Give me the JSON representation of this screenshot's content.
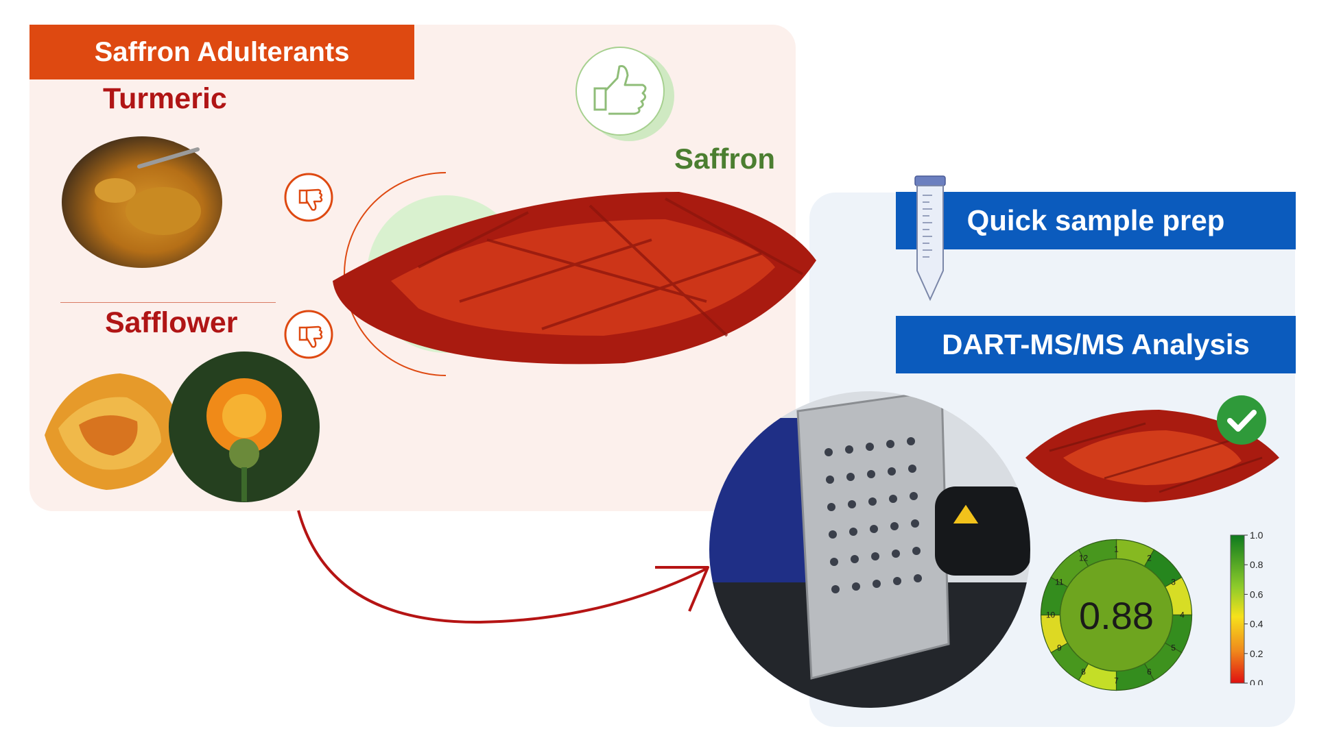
{
  "adulterants": {
    "title": "Saffron Adulterants",
    "items": [
      {
        "label": "Turmeric"
      },
      {
        "label": "Safflower"
      }
    ]
  },
  "saffron": {
    "label": "Saffron"
  },
  "workflow": {
    "step1": "Quick sample prep",
    "step2": "DART-MS/MS Analysis"
  },
  "greenness": {
    "score": "0.88",
    "segments": [
      {
        "n": "1",
        "value": 0.75
      },
      {
        "n": "2",
        "value": 0.95
      },
      {
        "n": "3",
        "value": 0.55
      },
      {
        "n": "4",
        "value": 0.92
      },
      {
        "n": "5",
        "value": 0.9
      },
      {
        "n": "6",
        "value": 0.92
      },
      {
        "n": "7",
        "value": 0.62
      },
      {
        "n": "8",
        "value": 0.88
      },
      {
        "n": "9",
        "value": 0.52
      },
      {
        "n": "10",
        "value": 0.92
      },
      {
        "n": "11",
        "value": 0.85
      },
      {
        "n": "12",
        "value": 0.88
      }
    ],
    "scale": {
      "ticks": [
        "1.0",
        "0.8",
        "0.6",
        "0.4",
        "0.2",
        "0.0"
      ]
    }
  },
  "colors": {
    "adulterant_banner": "#de4911",
    "step_banner": "#0b5bbd",
    "label_red": "#b01515",
    "label_green": "#4b7e30",
    "check_green": "#2f9a3a"
  }
}
